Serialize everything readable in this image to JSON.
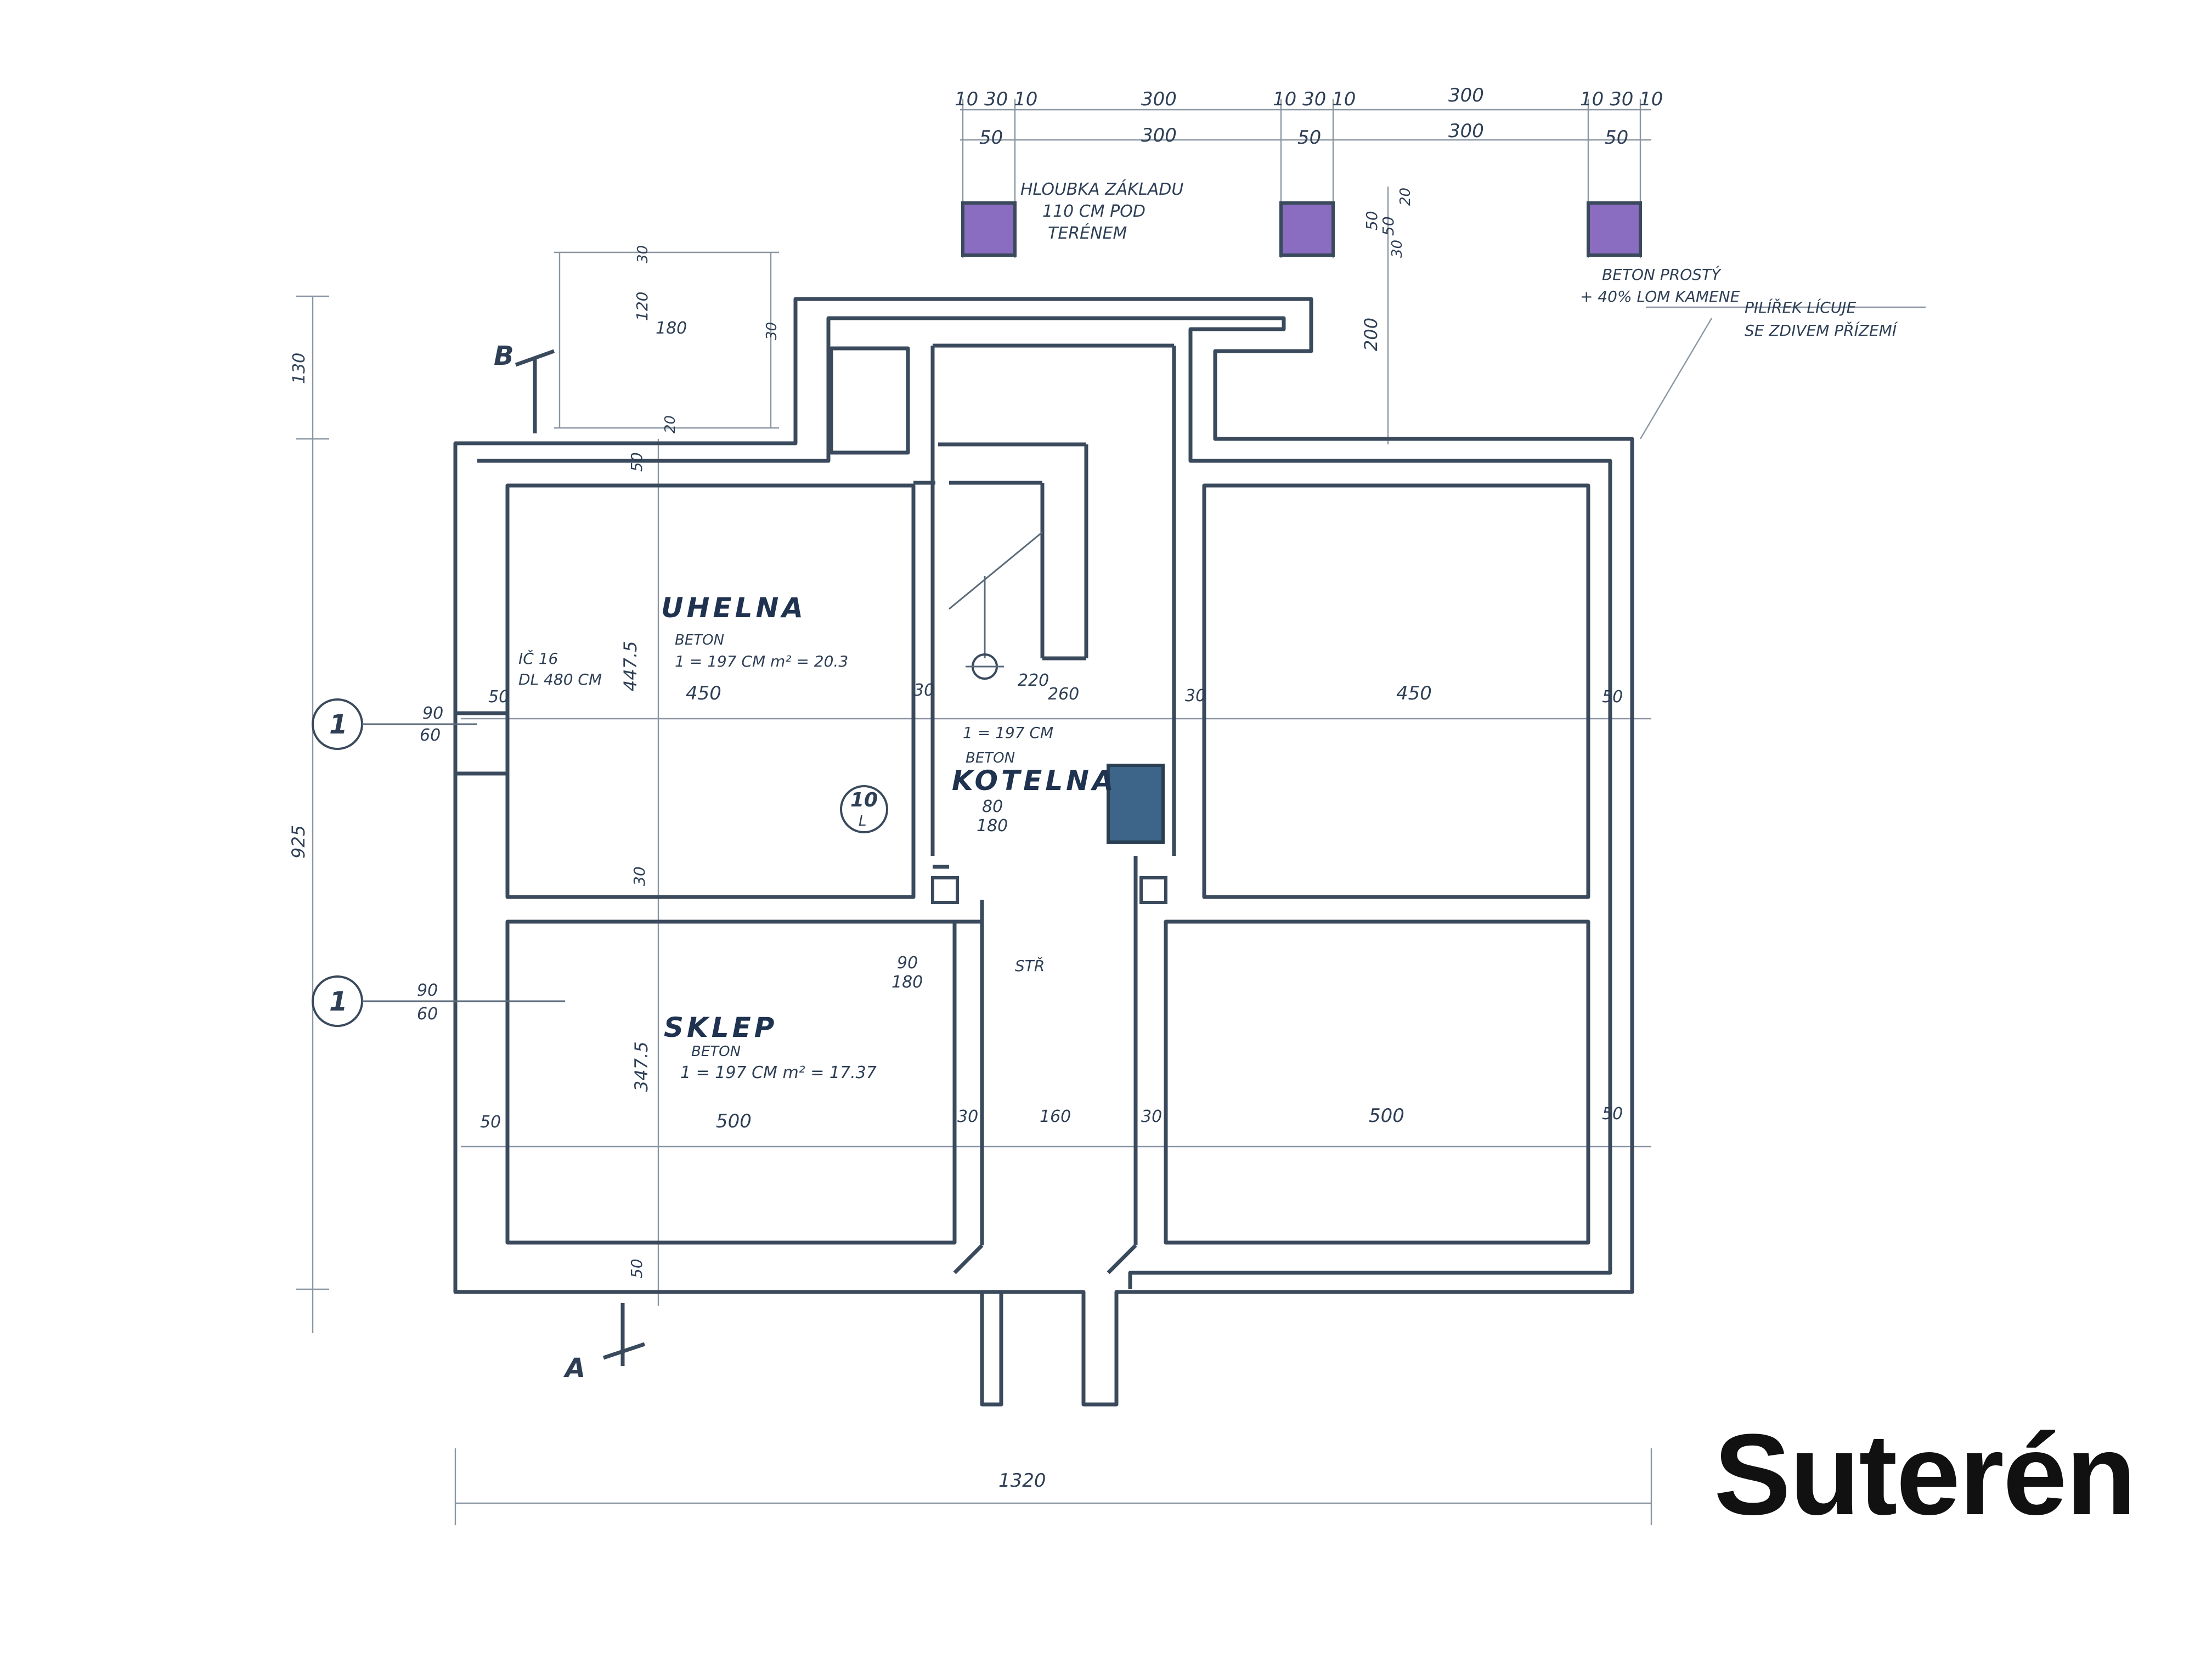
{
  "caption": "Suterén",
  "colors": {
    "wall": "#3a4a5c",
    "pillar_fill": "#8a6cc0",
    "chimney_fill": "#3d6589",
    "ink": "#2e3f55"
  },
  "top_dims": {
    "a": "10 30 10",
    "a2": "50",
    "b": "300",
    "b2": "300",
    "c": "10 30 10",
    "c2": "50",
    "d": "300",
    "d2": "300",
    "e": "10 30 10",
    "e2": "50"
  },
  "notes": {
    "foundation_1": "HLOUBKA ZÁKLADU",
    "foundation_2": "110 CM POD",
    "foundation_3": "TERÉNEM",
    "beton_1": "BETON PROSTÝ",
    "beton_2": "+ 40% LOM KAMENE",
    "pillar_1": "PILÍŘEK LÍCUJE",
    "pillar_2": "SE ZDIVEM PŘÍZEMÍ"
  },
  "rooms": {
    "uhelna": {
      "name": "UHELNA",
      "material": "BETON",
      "spec": "1 = 197 CM  m² = 20.3",
      "width": "450",
      "height": "447.5",
      "window": "IČ 16",
      "window2": "DL 480 CM"
    },
    "kotelna": {
      "name": "KOTELNA",
      "spec": "1 = 197 CM",
      "material": "BETON",
      "opening": "80",
      "opening2": "180"
    },
    "sklep": {
      "name": "SKLEP",
      "material": "BETON",
      "spec": "1 = 197 CM   m² = 17.37",
      "width": "500",
      "height": "347.5"
    },
    "right_top": {
      "width": "450"
    },
    "right_bottom": {
      "width": "500"
    }
  },
  "dims": {
    "overall": "1320",
    "left_total": "925",
    "top_130": "130",
    "upper_200": "200",
    "w50_a": "50",
    "w50_b": "50",
    "w50_c": "50",
    "w50_d": "50",
    "w50_e": "50",
    "w50_f": "50",
    "w50_g": "50",
    "w30_a": "30",
    "w30_b": "30",
    "w30_c": "30",
    "w30_d": "30",
    "w30_e": "30",
    "w30_f": "30",
    "w160": "160",
    "win_90_a": "90",
    "win_60_a": "60",
    "win_90_b": "90",
    "win_60_b": "60",
    "door_90": "90",
    "door_180": "180",
    "stair_220": "220",
    "stair_260": "260",
    "stair_label": "STŘ",
    "pit_180": "180",
    "pit_120": "120",
    "pit_30": "30",
    "pit_20": "20",
    "upper_50": "50",
    "upper_30": "30",
    "upper_20": "20"
  },
  "markers": {
    "axis_1a": "1",
    "axis_1b": "1",
    "door_tag": "10",
    "door_tag_sub": "L",
    "section_a": "A",
    "section_b": "B"
  }
}
